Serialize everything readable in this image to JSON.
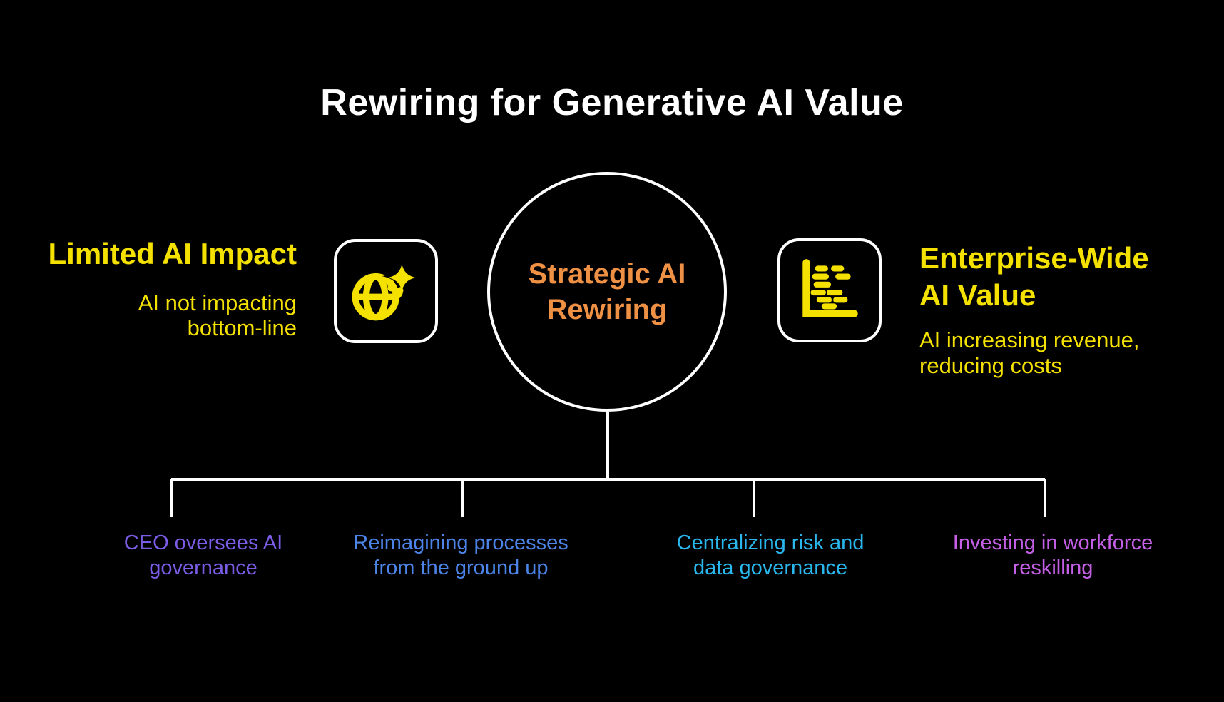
{
  "title": "Rewiring for Generative AI Value",
  "left_card": {
    "heading": "Limited AI Impact",
    "description_line1": "AI not impacting",
    "description_line2": "bottom-line",
    "icon": "globe-sparkle-icon"
  },
  "center_node": {
    "line1": "Strategic AI",
    "line2": "Rewiring"
  },
  "right_card": {
    "heading_line1": "Enterprise-Wide",
    "heading_line2": "AI Value",
    "description_line1": "AI increasing revenue,",
    "description_line2": "reducing costs",
    "icon": "scatter-chart-icon"
  },
  "branches": [
    {
      "line1": "CEO oversees AI",
      "line2": "governance",
      "color": "#7B5CE6"
    },
    {
      "line1": "Reimagining processes",
      "line2": "from the ground up",
      "color": "#4C84E8"
    },
    {
      "line1": "Centralizing risk and",
      "line2": "data governance",
      "color": "#29B7EE"
    },
    {
      "line1": "Investing in workforce",
      "line2": "reskilling",
      "color": "#C45FE6"
    }
  ],
  "colors": {
    "background": "#000000",
    "title_text": "#FFFFFF",
    "connector": "#FFFFFF",
    "accent_yellow": "#F5E100",
    "accent_orange": "#EF9144"
  }
}
